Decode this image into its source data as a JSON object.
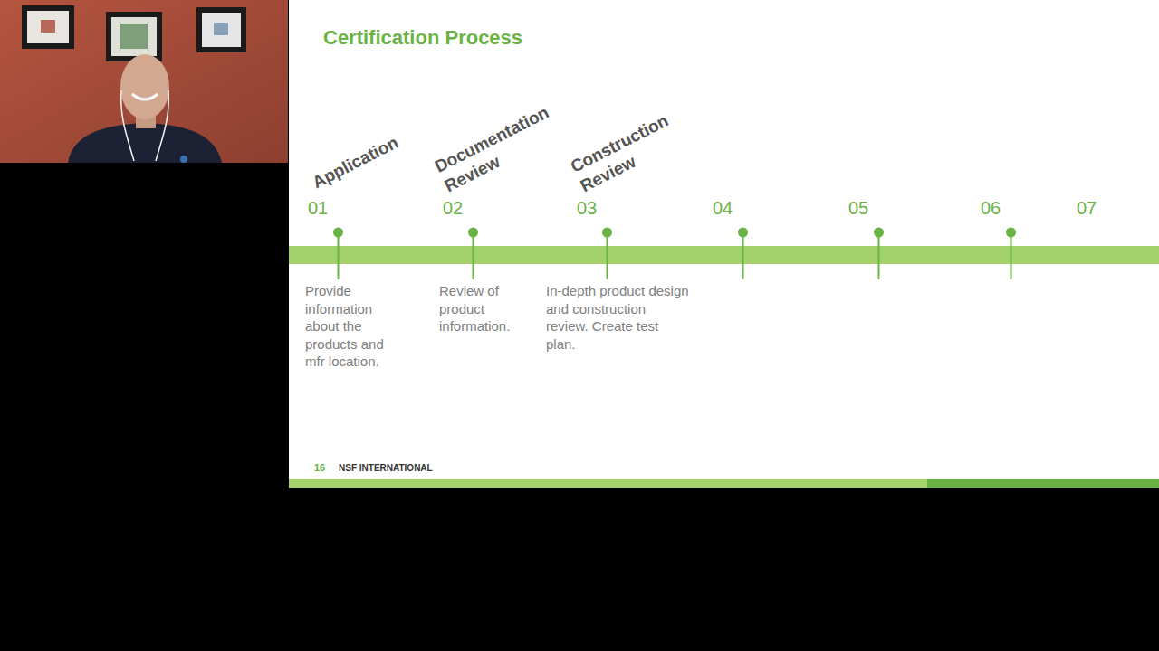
{
  "diagram": {
    "title": "Certification Process",
    "labels": [
      "Application",
      "Documentation Review",
      "Construction Review",
      "01",
      "02",
      "03",
      "04",
      "05",
      "06",
      "07",
      "Provide information about the products and mfr location.",
      "Review of product information.",
      "In-depth product design and construction review. Create test plan.",
      "16",
      "NSF INTERNATIONAL"
    ]
  }
}
